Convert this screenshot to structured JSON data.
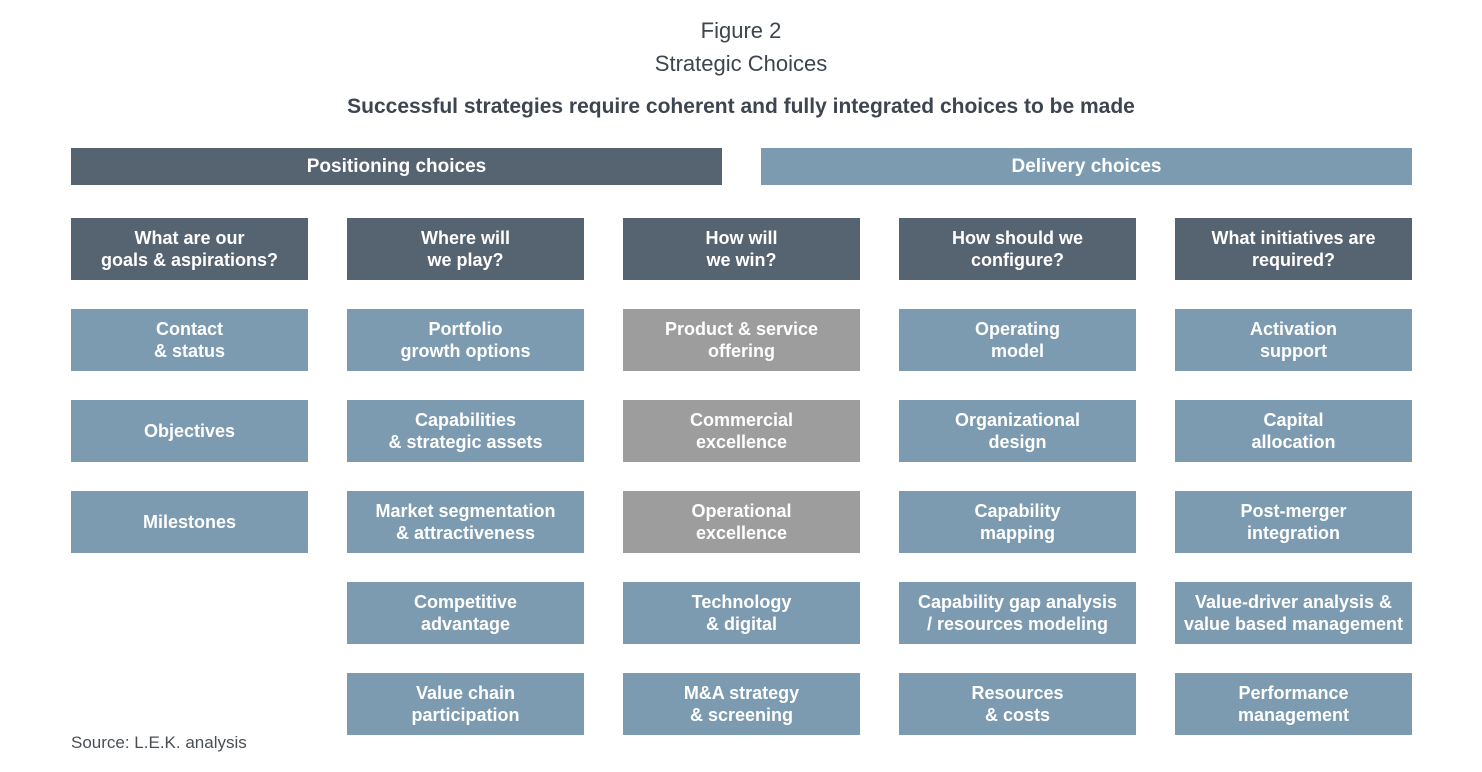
{
  "figure_label": "Figure 2",
  "figure_title": "Strategic Choices",
  "subtitle": "Successful strategies require coherent and fully integrated choices to be made",
  "banners": {
    "positioning": "Positioning choices",
    "delivery": "Delivery choices"
  },
  "columns": [
    {
      "header": "What are our\ngoals & aspirations?",
      "items": [
        {
          "label": "Contact\n& status",
          "style": "blue"
        },
        {
          "label": "Objectives",
          "style": "blue"
        },
        {
          "label": "Milestones",
          "style": "blue"
        }
      ]
    },
    {
      "header": "Where will\nwe play?",
      "items": [
        {
          "label": "Portfolio\ngrowth options",
          "style": "blue"
        },
        {
          "label": "Capabilities\n& strategic assets",
          "style": "blue"
        },
        {
          "label": "Market segmentation\n& attractiveness",
          "style": "blue"
        },
        {
          "label": "Competitive\nadvantage",
          "style": "blue"
        },
        {
          "label": "Value chain\nparticipation",
          "style": "blue"
        }
      ]
    },
    {
      "header": "How will\nwe win?",
      "items": [
        {
          "label": "Product & service\noffering",
          "style": "gray"
        },
        {
          "label": "Commercial\nexcellence",
          "style": "gray"
        },
        {
          "label": "Operational\nexcellence",
          "style": "gray"
        },
        {
          "label": "Technology\n& digital",
          "style": "blue"
        },
        {
          "label": "M&A strategy\n& screening",
          "style": "blue"
        }
      ]
    },
    {
      "header": "How should we\nconfigure?",
      "items": [
        {
          "label": "Operating\nmodel",
          "style": "blue"
        },
        {
          "label": "Organizational\ndesign",
          "style": "blue"
        },
        {
          "label": "Capability\nmapping",
          "style": "blue"
        },
        {
          "label": "Capability gap analysis\n/ resources modeling",
          "style": "blue"
        },
        {
          "label": "Resources\n& costs",
          "style": "blue"
        }
      ]
    },
    {
      "header": "What initiatives are\nrequired?",
      "items": [
        {
          "label": "Activation\nsupport",
          "style": "blue"
        },
        {
          "label": "Capital\nallocation",
          "style": "blue"
        },
        {
          "label": "Post-merger\nintegration",
          "style": "blue"
        },
        {
          "label": "Value-driver analysis &\nvalue based management",
          "style": "blue"
        },
        {
          "label": "Performance\nmanagement",
          "style": "blue"
        }
      ]
    }
  ],
  "source": "Source: L.E.K. analysis",
  "colors": {
    "dark_slate": "#566370",
    "steel_blue": "#7d9bb0",
    "gray": "#9d9d9d"
  }
}
